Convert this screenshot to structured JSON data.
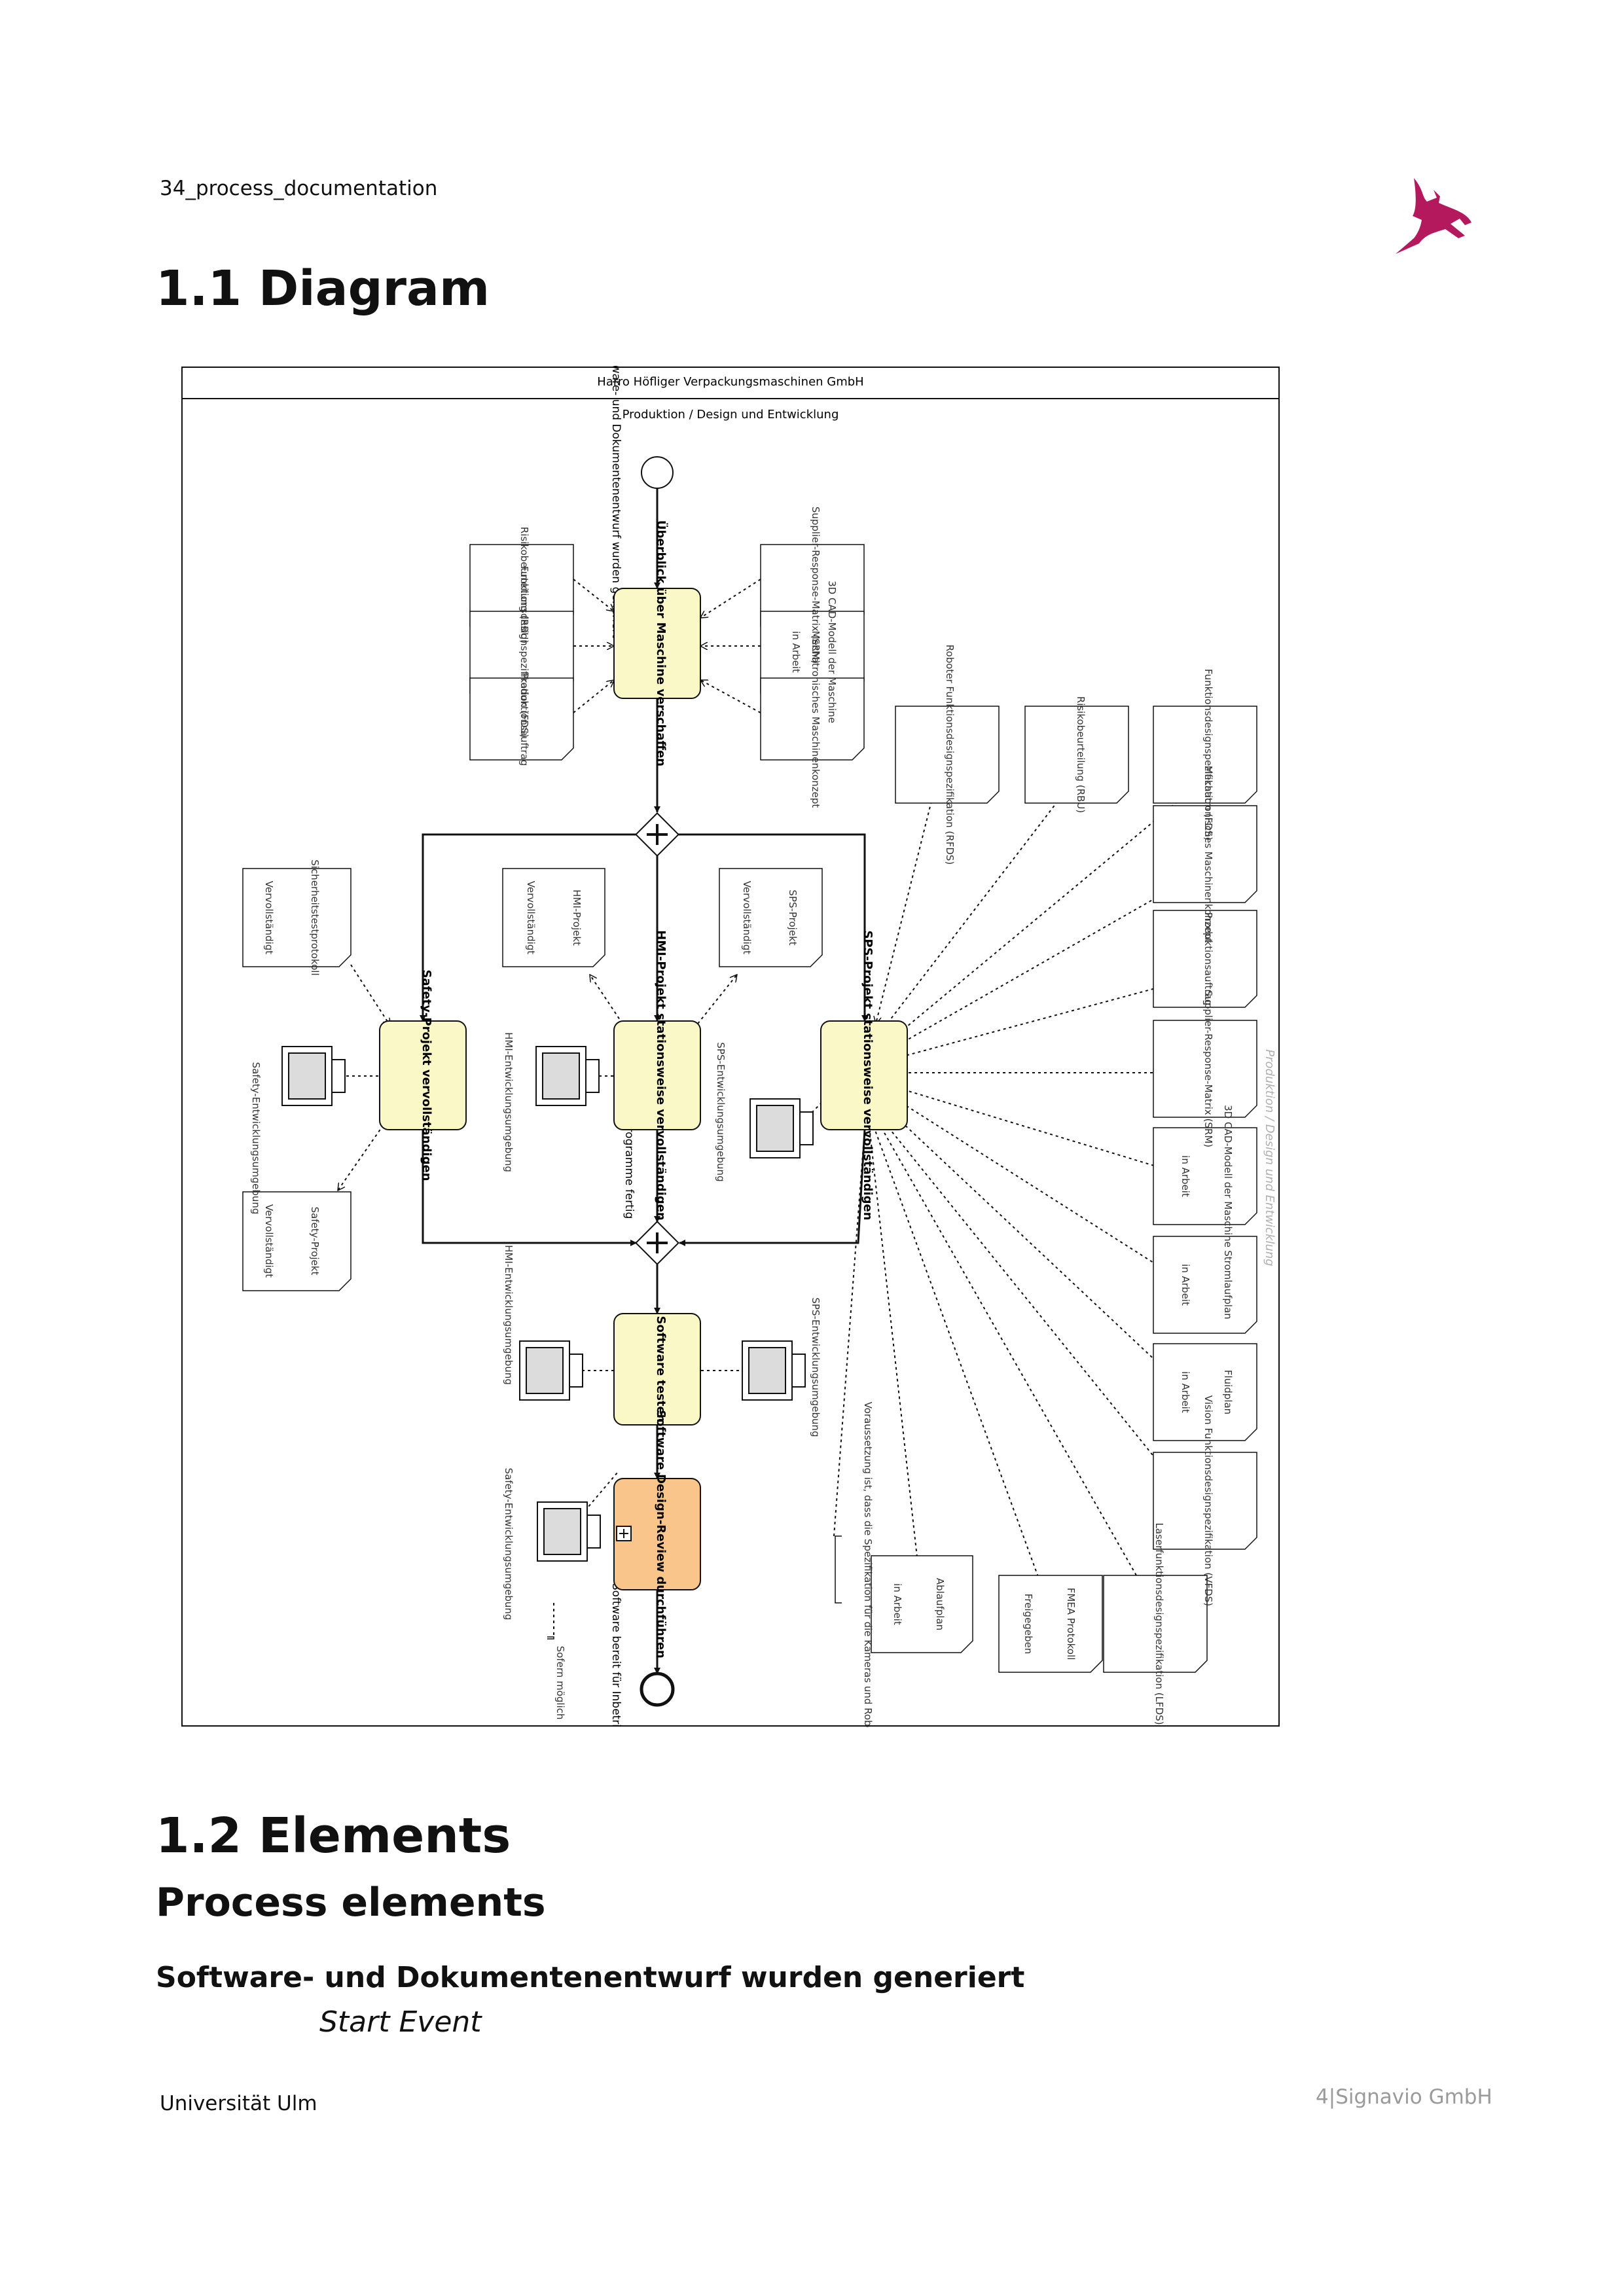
{
  "header": {
    "doc_name": "34_process_documentation"
  },
  "sections": {
    "diagram_heading": "1.1 Diagram",
    "elements_heading": "1.2 Elements",
    "process_elements_heading": "Process elements",
    "first_element_name": "Software- und Dokumentenentwurf wurden generiert",
    "first_element_type": "Start Event"
  },
  "diagram": {
    "pool": "Harro Höfliger Verpackungsmaschinen GmbH",
    "lane": "Produktion / Design und Entwicklung",
    "watermark": "Produktion / Design und Entwicklung",
    "start_event": "Software- und Dokumentenentwurf wurden generiert",
    "end_event": "Software bereit für Inbetriebnahme",
    "tasks": {
      "overview": "Überblick über Maschine verschaffen",
      "safety": "Safety-Projekt vervollständigen",
      "hmi": "HMI-Projekt stationsweise vervollständigen",
      "sps": "SPS-Projekt stationsweise vervollständigen",
      "test": "Software testen",
      "review": "Software Design-Review durchführen"
    },
    "join_label": "Alle Programme fertig",
    "documents": {
      "rbu_top": "Risikobeurteilung (RBU)",
      "fds_top": "Funktionsdesignspezifikation (FDS)",
      "pauftrag_top": "Produktionsauftrag",
      "srm_top": "Supplier-Response-Matrix (SRM)",
      "cad_top": "3D CAD-Modell der Maschine",
      "cad_top_state": "in Arbeit",
      "mech_top": "Mechatronisches Maschinenkonzept",
      "sicherheit": "Sicherheitstestprotokoll",
      "sicherheit_state": "Vervollständigt",
      "hmi_doc": "HMI-Projekt",
      "hmi_doc_state": "Vervollständigt",
      "sps_doc": "SPS-Projekt",
      "sps_doc_state": "Vervollständigt",
      "safety_out": "Safety-Projekt",
      "safety_out_state": "Vervollständigt",
      "rfds": "Roboter Funktionsdesignspezifikation (RFDS)",
      "rbu_right": "Risikobeurteilung (RBU)",
      "fds_right": "Funktionsdesignspezifikation (FDS)",
      "mech_right": "Mechatronisches Maschinenkonzept",
      "pauftrag_right": "Produktionsauftrag",
      "srm_right": "Supplier-Response-Matrix (SRM)",
      "cad_right": "3D CAD-Modell der Maschine",
      "cad_right_state": "in Arbeit",
      "strom": "Stromlaufplan",
      "strom_state": "in Arbeit",
      "fluid": "Fluidplan",
      "fluid_state": "in Arbeit",
      "vfds": "Vision Funktionsdesignspezifikation (VFDS)",
      "lfds": "Laserfunktionsdesignspezifikation (LFDS)",
      "fmea": "FMEA Protokoll",
      "fmea_state": "Freigegeben",
      "ablauf": "Ablaufplan",
      "ablauf_state": "in Arbeit"
    },
    "systems": {
      "safety_env": "Safety-Entwicklungsumgebung",
      "hmi_env": "HMI-Entwicklungsumgebung",
      "sps_env": "SPS-Entwicklungsumgebung",
      "hmi_env_test": "HMI-Entwicklungsumgebung",
      "sps_env_test": "SPS-Entwicklungsumgebung",
      "safety_env_review": "Safety-Entwicklungsumgebung"
    },
    "annotations": {
      "robot": "Voraussetzung ist, dass die Spezifikation für die Kameras und Roboter fertiggestellt ist.",
      "sofern": "Sofern möglich"
    }
  },
  "footer": {
    "left": "Universität Ulm",
    "page": "4",
    "company": "Signavio GmbH"
  },
  "colors": {
    "task_fill": "#fbf8c8",
    "review_fill": "#f9c58a",
    "logo": "#b3195c"
  }
}
